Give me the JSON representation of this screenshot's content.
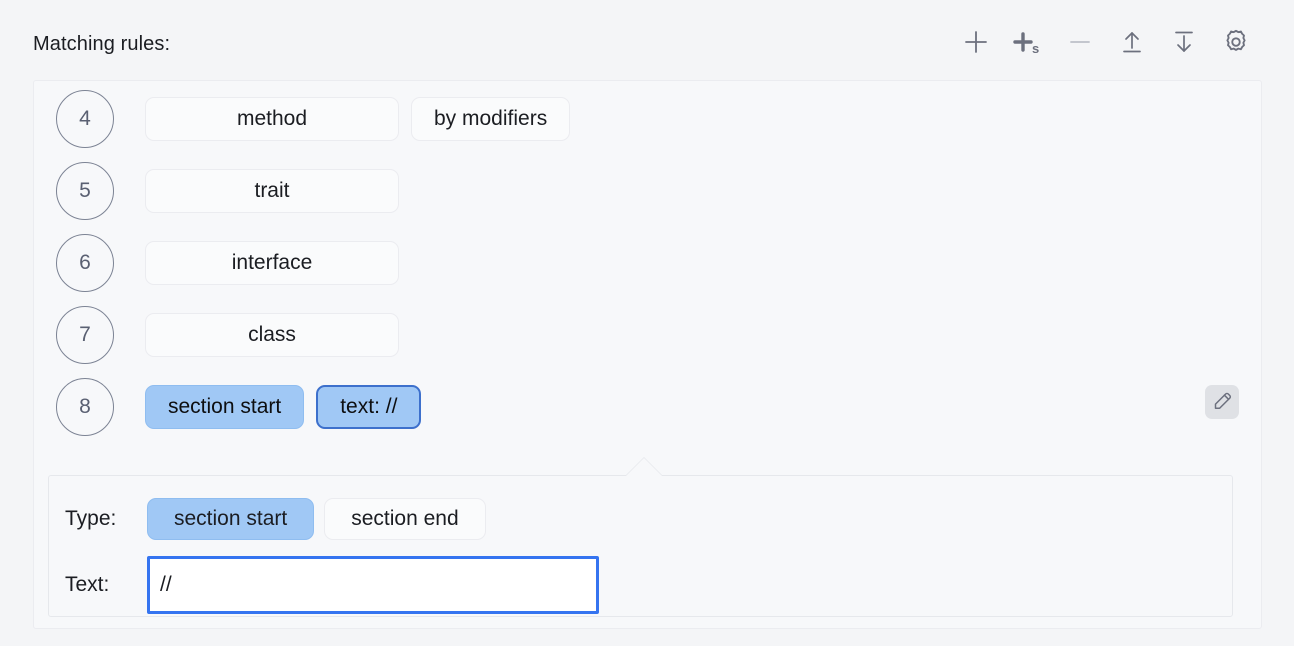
{
  "header": {
    "title": "Matching rules:",
    "toolbar": [
      {
        "name": "add-rule-button",
        "icon": "plus-icon",
        "label": "Add",
        "enabled": true
      },
      {
        "name": "add-section-rule-button",
        "icon": "plus-s-icon",
        "label": "Add section rule",
        "enabled": true
      },
      {
        "name": "remove-rule-button",
        "icon": "minus-icon",
        "label": "Remove",
        "enabled": false
      },
      {
        "name": "move-up-button",
        "icon": "arrow-up-to-line-icon",
        "label": "Move up",
        "enabled": true
      },
      {
        "name": "move-down-button",
        "icon": "arrow-down-to-line-icon",
        "label": "Move down",
        "enabled": true
      },
      {
        "name": "settings-button",
        "icon": "gear-icon",
        "label": "Settings",
        "enabled": true
      }
    ]
  },
  "rules": [
    {
      "index": "4",
      "chips": [
        {
          "label": "method",
          "selected": false,
          "focused": false,
          "wide": true
        },
        {
          "label": "by modifiers",
          "selected": false,
          "focused": false,
          "wide": false
        }
      ],
      "edit": false
    },
    {
      "index": "5",
      "chips": [
        {
          "label": "trait",
          "selected": false,
          "focused": false,
          "wide": true
        }
      ],
      "edit": false
    },
    {
      "index": "6",
      "chips": [
        {
          "label": "interface",
          "selected": false,
          "focused": false,
          "wide": true
        }
      ],
      "edit": false
    },
    {
      "index": "7",
      "chips": [
        {
          "label": "class",
          "selected": false,
          "focused": false,
          "wide": true
        }
      ],
      "edit": false
    },
    {
      "index": "8",
      "chips": [
        {
          "label": "section start",
          "selected": true,
          "focused": false,
          "wide": false
        },
        {
          "label": "text: //",
          "selected": true,
          "focused": true,
          "wide": false
        }
      ],
      "edit": true
    }
  ],
  "detail": {
    "type_label": "Type:",
    "type_options": [
      {
        "label": "section start",
        "selected": true
      },
      {
        "label": "section end",
        "selected": false
      }
    ],
    "text_label": "Text:",
    "text_value": "//",
    "text_placeholder": ""
  },
  "colors": {
    "background": "#F4F5F7",
    "panel": "#F7F8FA",
    "border": "#EBECF0",
    "accent": "#3574F0",
    "chip_selected": "#A0C8F5",
    "chip_focus_border": "#3D70CC",
    "icon": "#6C707E",
    "icon_disabled": "#B9BDC7",
    "text": "#1B1D22",
    "index_text": "#5A6072"
  }
}
